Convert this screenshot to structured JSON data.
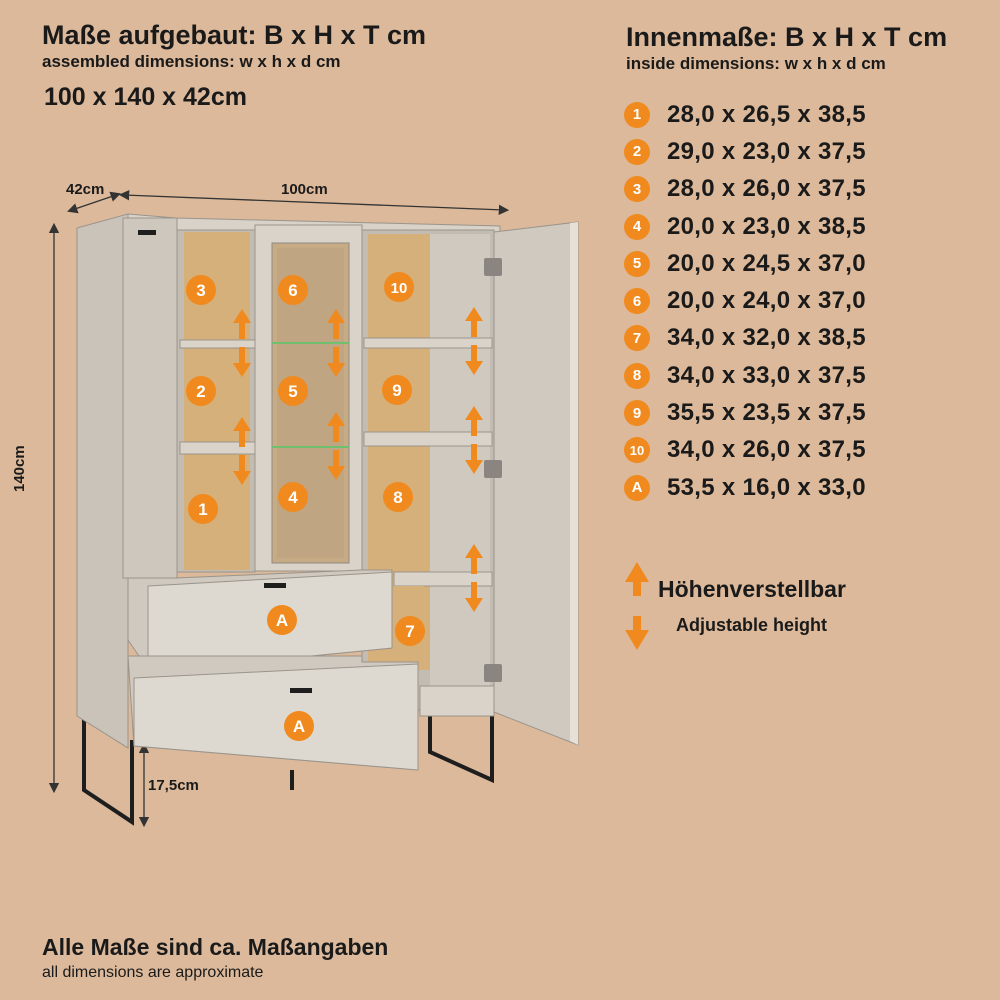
{
  "header_left": {
    "title": "Maße aufgebaut: B x H x T cm",
    "subtitle": "assembled dimensions: w x h x d cm",
    "dimensions": "100 x 140 x 42cm"
  },
  "header_right": {
    "title": "Innenmaße: B x H x T cm",
    "subtitle": "inside dimensions: w x h x d cm"
  },
  "compartments": [
    {
      "id": "1",
      "size": "28,0 x 26,5 x 38,5"
    },
    {
      "id": "2",
      "size": "29,0 x 23,0 x 37,5"
    },
    {
      "id": "3",
      "size": "28,0 x 26,0 x 37,5"
    },
    {
      "id": "4",
      "size": "20,0 x 23,0 x 38,5"
    },
    {
      "id": "5",
      "size": "20,0 x 24,5 x 37,0"
    },
    {
      "id": "6",
      "size": "20,0 x 24,0 x 37,0"
    },
    {
      "id": "7",
      "size": "34,0 x 32,0 x 38,5"
    },
    {
      "id": "8",
      "size": "34,0 x 33,0 x 37,5"
    },
    {
      "id": "9",
      "size": "35,5 x 23,5 x 37,5"
    },
    {
      "id": "10",
      "size": "34,0 x 26,0 x 37,5"
    },
    {
      "id": "A",
      "size": "53,5 x 16,0 x 33,0"
    }
  ],
  "legend": {
    "label_de": "Höhenverstellbar",
    "label_en": "Adjustable height"
  },
  "drawing_labels": {
    "depth": "42cm",
    "width": "100cm",
    "height": "140cm",
    "leg_height": "17,5cm"
  },
  "footer": {
    "line1": "Alle Maße sind ca. Maßangaben",
    "line2": "all dimensions are approximate"
  },
  "colors": {
    "background": "#dcb99a",
    "accent": "#f08a1e",
    "cabinet_body": "#cfc9c0",
    "wood": "#d6b07a"
  }
}
